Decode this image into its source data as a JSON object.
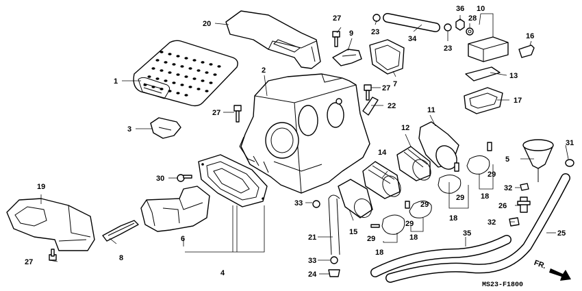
{
  "diagram": {
    "code": "MS23-F1800",
    "direction_label": "FR.",
    "callouts": {
      "c1": "1",
      "c2": "2",
      "c3": "3",
      "c4": "4",
      "c5": "5",
      "c6": "6",
      "c7": "7",
      "c8": "8",
      "c9": "9",
      "c10": "10",
      "c11": "11",
      "c12": "12",
      "c13": "13",
      "c14": "14",
      "c15": "15",
      "c16": "16",
      "c17": "17",
      "c18a": "18",
      "c18b": "18",
      "c18c": "18",
      "c18d": "18",
      "c19": "19",
      "c20": "20",
      "c21": "21",
      "c22": "22",
      "c23a": "23",
      "c23b": "23",
      "c24": "24",
      "c25": "25",
      "c26": "26",
      "c27a": "27",
      "c27b": "27",
      "c27c": "27",
      "c27d": "27",
      "c28": "28",
      "c29a": "29",
      "c29b": "29",
      "c29c": "29",
      "c29d": "29",
      "c29e": "29",
      "c30": "30",
      "c31": "31",
      "c32a": "32",
      "c32b": "32",
      "c33a": "33",
      "c33b": "33",
      "c34": "34",
      "c35": "35",
      "c36": "36"
    }
  }
}
